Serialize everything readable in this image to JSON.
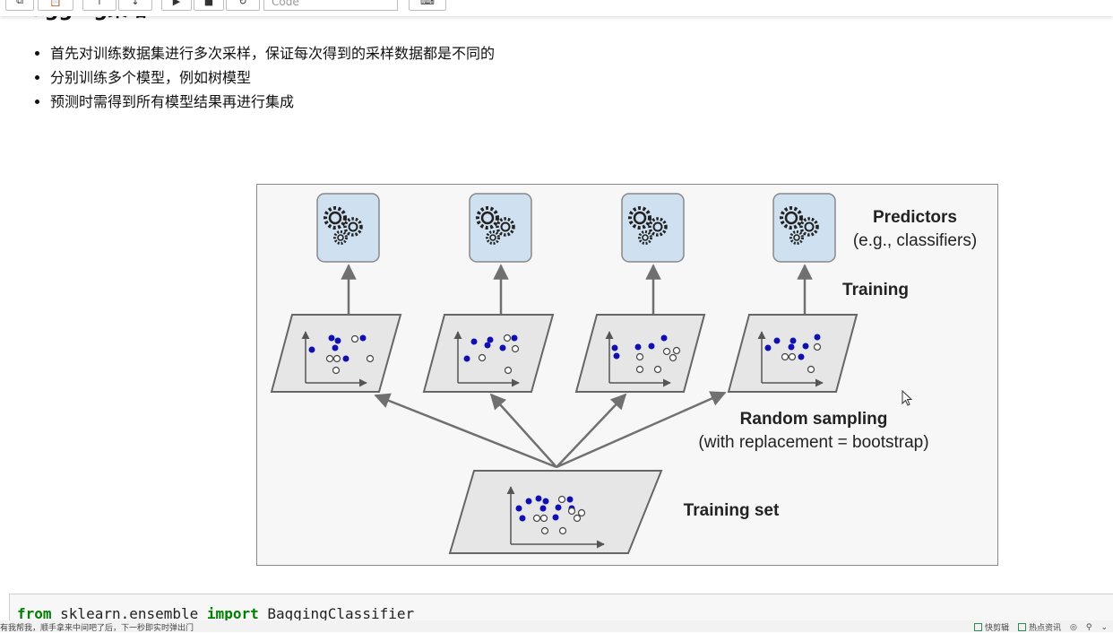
{
  "toolbar": {
    "cell_type_select": "Code",
    "icons": [
      "copy-icon",
      "paste-icon",
      "move-up-icon",
      "move-down-icon",
      "run-icon",
      "stop-icon",
      "restart-icon",
      "command-palette-icon"
    ]
  },
  "notebook": {
    "heading": "Bagging策略",
    "bullets": [
      "首先对训练数据集进行多次采样，保证每次得到的采样数据都是不同的",
      "分别训练多个模型，例如树模型",
      "预测时需得到所有模型结果再进行集成"
    ]
  },
  "figure": {
    "predictors_label": "Predictors",
    "predictors_sub": "(e.g., classifiers)",
    "training_label": "Training",
    "sampling_label": "Random sampling",
    "sampling_sub": "(with replacement = bootstrap)",
    "training_set_label": "Training set",
    "colors": {
      "dot_filled": "#1010b0",
      "box_fill": "#cfe0f0",
      "panel_fill": "#e6e6e6",
      "arrow": "#707070"
    }
  },
  "code": {
    "kw_from": "from",
    "module": " sklearn.ensemble ",
    "kw_import": "import",
    "name": " BaggingClassifier"
  },
  "statusbar": {
    "left_text": "有我帮我，顺手拿来中间吧了后，下一秒即实时弹出门",
    "right_items": [
      "快剪辑",
      "热点资讯"
    ]
  }
}
